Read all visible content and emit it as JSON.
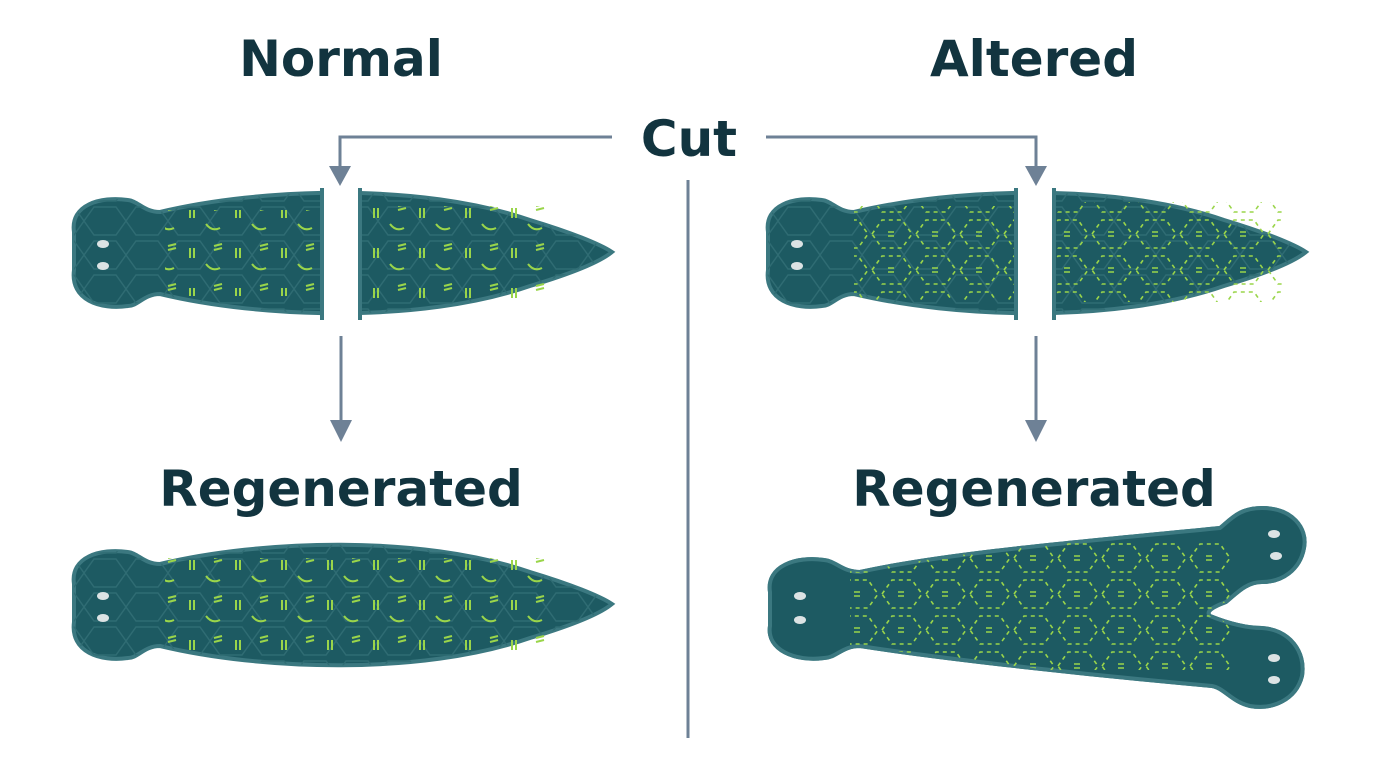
{
  "labels": {
    "normal": "Normal",
    "altered": "Altered",
    "cut": "Cut",
    "regenerated_normal": "Regenerated",
    "regenerated_altered": "Regenerated"
  },
  "colors": {
    "body_fill": "#1d5a62",
    "body_outline": "#3b7880",
    "cell_line": "#2f6c73",
    "junction": "#9ad54a",
    "arrow": "#6e8196",
    "text": "#12343f",
    "eye": "#dce3e4"
  },
  "icons": [
    "planarian-normal-cut-head",
    "planarian-normal-cut-tail",
    "planarian-altered-cut-head",
    "planarian-altered-cut-tail",
    "planarian-regenerated-normal",
    "planarian-regenerated-two-headed"
  ]
}
